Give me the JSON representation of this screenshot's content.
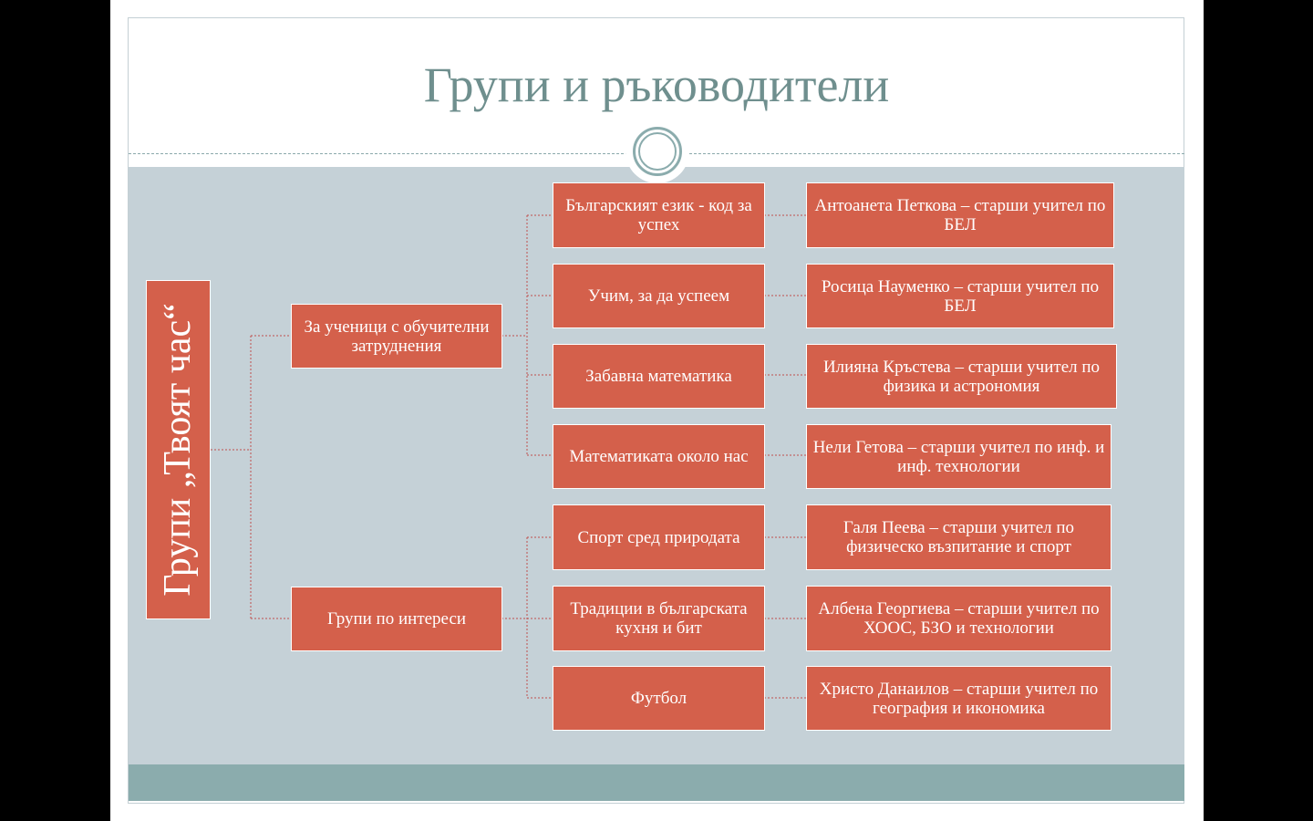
{
  "title": "Групи и ръководители",
  "root": "Групи „Твоят час“",
  "categories": [
    {
      "label": "За ученици с обучителни затруднения",
      "groups": [
        {
          "name": "Българският език - код за успех",
          "leader": "Антоанета Петкова – старши учител по БЕЛ"
        },
        {
          "name": "Учим, за да успеем",
          "leader": "Росица Науменко – старши учител по БЕЛ"
        },
        {
          "name": "Забавна математика",
          "leader": "Илияна Кръстева – старши учител по физика и астрономия"
        },
        {
          "name": "Математиката около нас",
          "leader": "Нели Гетова – старши учител по инф. и инф. технологии"
        }
      ]
    },
    {
      "label": "Групи по интереси",
      "groups": [
        {
          "name": "Спорт сред природата",
          "leader": "Галя Пеева – старши учител по физическо възпитание и спорт"
        },
        {
          "name": "Традиции в българската кухня и бит",
          "leader": "Албена Георгиева – старши учител по ХООС, БЗО и технологии"
        },
        {
          "name": "Футбол",
          "leader": "Христо Данаилов – старши учител по география и икономика"
        }
      ]
    }
  ],
  "colors": {
    "box": "#d4604b",
    "background": "#c5d1d7",
    "accent": "#8bacad",
    "title": "#6f8f8e"
  }
}
